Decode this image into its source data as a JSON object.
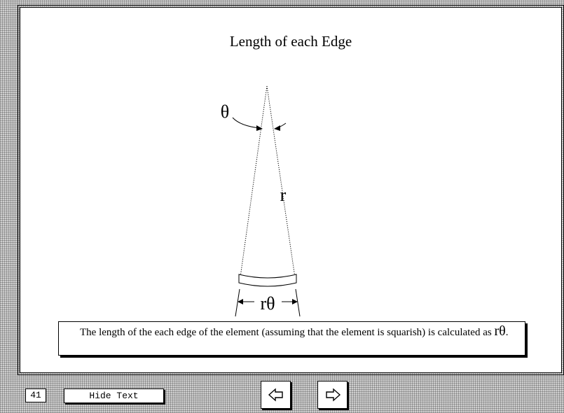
{
  "slide": {
    "title": "Length of each Edge",
    "labels": {
      "theta": "θ",
      "radius": "r",
      "arc_length": "rθ"
    },
    "caption": {
      "text": "The length of the each edge of the element (assuming that the element is squarish) is calculated as ",
      "formula": "rθ",
      "end": "."
    }
  },
  "footer": {
    "page_number": "41",
    "hide_text_label": "Hide Text",
    "prev_icon": "left-arrow-icon",
    "next_icon": "right-arrow-icon"
  }
}
